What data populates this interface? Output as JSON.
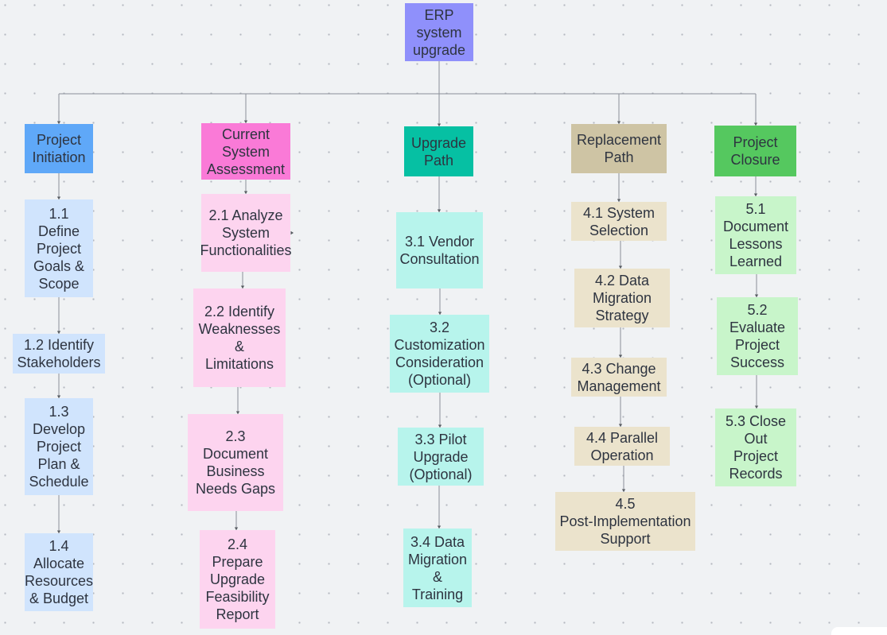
{
  "diagram": {
    "root": {
      "label": "ERP system upgrade",
      "color": "#8f90fb"
    },
    "branches": [
      {
        "id": "b1",
        "title": "Project Initiation",
        "header_color": "#5fa8f8",
        "item_color": "#d0e4fd",
        "items": [
          "1.1 Define Project Goals & Scope",
          "1.2 Identify Stakeholders",
          "1.3 Develop Project Plan & Schedule",
          "1.4 Allocate Resources & Budget"
        ]
      },
      {
        "id": "b2",
        "title": "Current System Assessment",
        "header_color": "#fa7ad7",
        "item_color": "#fdd4ef",
        "items": [
          "2.1 Analyze System Functionalities",
          "2.2 Identify Weaknesses & Limitations",
          "2.3 Document Business Needs Gaps",
          "2.4 Prepare Upgrade Feasibility Report"
        ]
      },
      {
        "id": "b3",
        "title": "Upgrade Path",
        "header_color": "#06c0a3",
        "item_color": "#b7f4ec",
        "items": [
          "3.1 Vendor Consultation",
          "3.2 Customization Consideration (Optional)",
          "3.3 Pilot Upgrade (Optional)",
          "3.4 Data Migration & Training"
        ]
      },
      {
        "id": "b4",
        "title": "Replacement Path",
        "header_color": "#cec4a4",
        "item_color": "#ebe3cc",
        "items": [
          "4.1 System Selection",
          "4.2 Data Migration Strategy",
          "4.3 Change Management",
          "4.4 Parallel Operation",
          "4.5 Post-Implementation Support"
        ]
      },
      {
        "id": "b5",
        "title": "Project Closure",
        "header_color": "#55c85f",
        "item_color": "#c8f5ca",
        "items": [
          "5.1 Document Lessons Learned",
          "5.2 Evaluate Project Success",
          "5.3 Close Out Project Records"
        ]
      }
    ]
  }
}
